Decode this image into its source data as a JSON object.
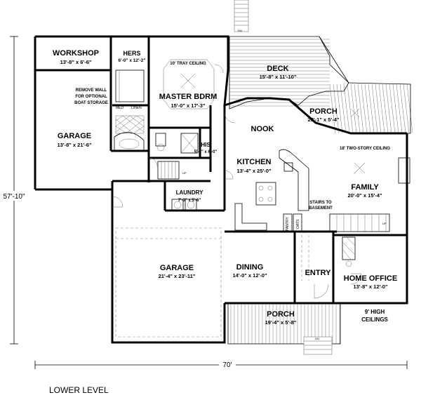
{
  "rooms": {
    "workshop": {
      "name": "WORKSHOP",
      "dim": "13'-8\" x 6'-6\""
    },
    "hers": {
      "name": "HERS",
      "dim": "6'-0\" x 12'-2\""
    },
    "master": {
      "name": "MASTER BDRM",
      "dim": "15'-0\" x 17'-3\"",
      "note": "10' TRAY CEILING"
    },
    "deck": {
      "name": "DECK",
      "dim": "15'-8\" x 11'-10\""
    },
    "porch_back": {
      "name": "PORCH",
      "dim": "23'-1\" x 5'-4\""
    },
    "garage_left": {
      "name": "GARAGE",
      "dim": "13'-8\" x 21'-6\""
    },
    "his": {
      "name": "HIS",
      "dim": "5'-4\" x 6'-0\""
    },
    "nook": {
      "name": "NOOK"
    },
    "kitchen": {
      "name": "KITCHEN",
      "dim": "13'-4\" x 25'-0\""
    },
    "family": {
      "name": "FAMILY",
      "dim": "20'-0\" x 15'-4\"",
      "note": "18' TWO-STORY CEILING"
    },
    "laundry": {
      "name": "LAUNDRY",
      "dim": "7'-3\" x 5'-6\""
    },
    "garage_main": {
      "name": "GARAGE",
      "dim": "21'-4\" x 23'-11\""
    },
    "dining": {
      "name": "DINING",
      "dim": "14'-0\" x 12'-0\""
    },
    "entry": {
      "name": "ENTRY"
    },
    "home_office": {
      "name": "HOME OFFICE",
      "dim": "13'-8\" x 12'-0\""
    },
    "porch_front": {
      "name": "PORCH",
      "dim": "19'-4\" x 5'-8\""
    }
  },
  "notes": {
    "remove_wall": [
      "REMOVE WALL",
      "FOR OPTIONAL",
      "BOAT STORAGE"
    ],
    "med": "MED",
    "linen": "LINEN",
    "stairs": [
      "STAIRS TO",
      "BASEMENT"
    ],
    "pantry": "PANTRY",
    "oats": "OATS",
    "high_ceilings": [
      "9' HIGH",
      "CEILINGS"
    ],
    "up": "UP",
    "dn": "DN"
  },
  "dimensions": {
    "height": "57'-10\"",
    "width": "70'"
  },
  "caption": "LOWER LEVEL"
}
